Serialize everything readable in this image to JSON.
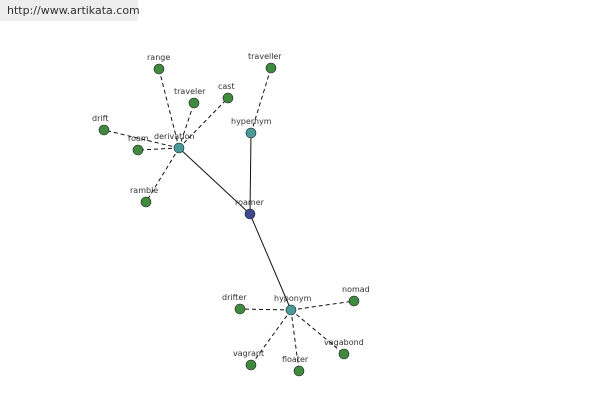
{
  "watermark": "http://www.artikata.com",
  "colors": {
    "center": "#3e4a8f",
    "relation": "#4a9a9a",
    "leaf": "#3f8a3f"
  },
  "graph": {
    "nodes": [
      {
        "id": "roamer",
        "label": "roamer",
        "kind": "center"
      },
      {
        "id": "derivation",
        "label": "derivation",
        "kind": "relation"
      },
      {
        "id": "hypernym",
        "label": "hypernym",
        "kind": "relation"
      },
      {
        "id": "hyponym",
        "label": "hyponym",
        "kind": "relation"
      },
      {
        "id": "range",
        "label": "range",
        "kind": "leaf"
      },
      {
        "id": "traveler",
        "label": "traveler",
        "kind": "leaf"
      },
      {
        "id": "cast",
        "label": "cast",
        "kind": "leaf"
      },
      {
        "id": "drift",
        "label": "drift",
        "kind": "leaf"
      },
      {
        "id": "roam",
        "label": "roam",
        "kind": "leaf"
      },
      {
        "id": "ramble",
        "label": "ramble",
        "kind": "leaf"
      },
      {
        "id": "traveller",
        "label": "traveller",
        "kind": "leaf"
      },
      {
        "id": "drifter",
        "label": "drifter",
        "kind": "leaf"
      },
      {
        "id": "nomad",
        "label": "nomad",
        "kind": "leaf"
      },
      {
        "id": "vagabond",
        "label": "vagabond",
        "kind": "leaf"
      },
      {
        "id": "vagrant",
        "label": "vagrant",
        "kind": "leaf"
      },
      {
        "id": "floater",
        "label": "floater",
        "kind": "leaf"
      }
    ],
    "edges": [
      {
        "from": "roamer",
        "to": "derivation",
        "style": "solid"
      },
      {
        "from": "roamer",
        "to": "hypernym",
        "style": "solid"
      },
      {
        "from": "roamer",
        "to": "hyponym",
        "style": "solid"
      },
      {
        "from": "derivation",
        "to": "range",
        "style": "dashed"
      },
      {
        "from": "derivation",
        "to": "traveler",
        "style": "dashed"
      },
      {
        "from": "derivation",
        "to": "cast",
        "style": "dashed"
      },
      {
        "from": "derivation",
        "to": "drift",
        "style": "dashed"
      },
      {
        "from": "derivation",
        "to": "roam",
        "style": "dashed"
      },
      {
        "from": "derivation",
        "to": "ramble",
        "style": "dashed"
      },
      {
        "from": "hypernym",
        "to": "traveller",
        "style": "dashed"
      },
      {
        "from": "hyponym",
        "to": "drifter",
        "style": "dashed"
      },
      {
        "from": "hyponym",
        "to": "nomad",
        "style": "dashed"
      },
      {
        "from": "hyponym",
        "to": "vagabond",
        "style": "dashed"
      },
      {
        "from": "hyponym",
        "to": "vagrant",
        "style": "dashed"
      },
      {
        "from": "hyponym",
        "to": "floater",
        "style": "dashed"
      }
    ]
  }
}
